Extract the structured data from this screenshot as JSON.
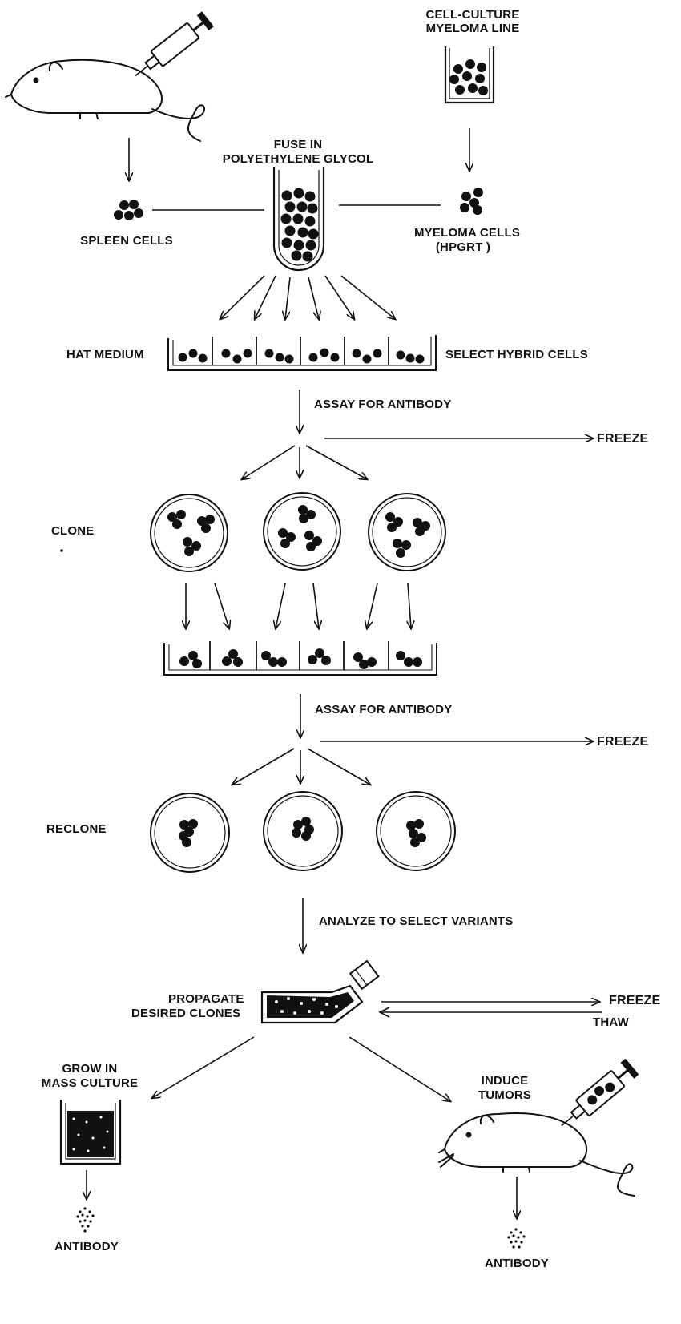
{
  "colors": {
    "ink": "#111111",
    "paper": "#ffffff"
  },
  "labels": {
    "cell_culture_line1": "CELL-CULTURE",
    "cell_culture_line2": "MYELOMA LINE",
    "fuse_line1": "FUSE IN",
    "fuse_line2": "POLYETHYLENE GLYCOL",
    "spleen_cells": "SPLEEN CELLS",
    "myeloma_line1": "MYELOMA CELLS",
    "myeloma_line2": "(HPGRT )",
    "hat_medium": "HAT MEDIUM",
    "select_hybrid": "SELECT HYBRID CELLS",
    "assay_1": "ASSAY FOR ANTIBODY",
    "freeze_1": "FREEZE",
    "clone": "CLONE",
    "assay_2": "ASSAY FOR ANTIBODY",
    "freeze_2": "FREEZE",
    "reclone": "RECLONE",
    "analyze": "ANALYZE TO SELECT VARIANTS",
    "propagate_line1": "PROPAGATE",
    "propagate_line2": "DESIRED CLONES",
    "freeze_3": "FREEZE",
    "thaw": "THAW",
    "grow_line1": "GROW IN",
    "grow_line2": "MASS CULTURE",
    "induce_line1": "INDUCE",
    "induce_line2": "TUMORS",
    "antibody_left": "ANTIBODY",
    "antibody_right": "ANTIBODY"
  },
  "icons": [
    "mouse-icon",
    "syringe-icon",
    "beaker-icon",
    "test-tube-icon",
    "well-tray-icon",
    "petri-dish-icon",
    "culture-flask-icon",
    "antibody-dots-icon"
  ]
}
